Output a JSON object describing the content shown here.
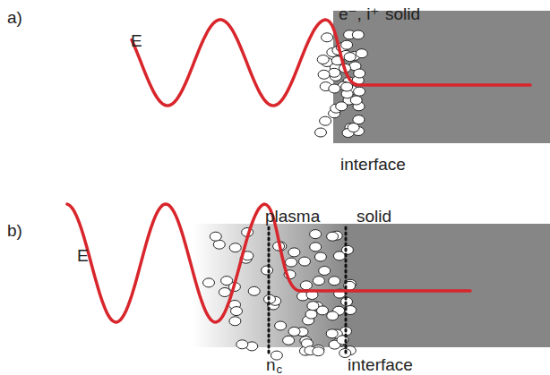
{
  "diagram": {
    "labels": [
      "a)",
      "E",
      "e⁻, i⁺",
      "solid",
      "interface",
      "b)",
      "E",
      "plasma",
      "solid",
      "n",
      "c",
      "interface"
    ]
  }
}
